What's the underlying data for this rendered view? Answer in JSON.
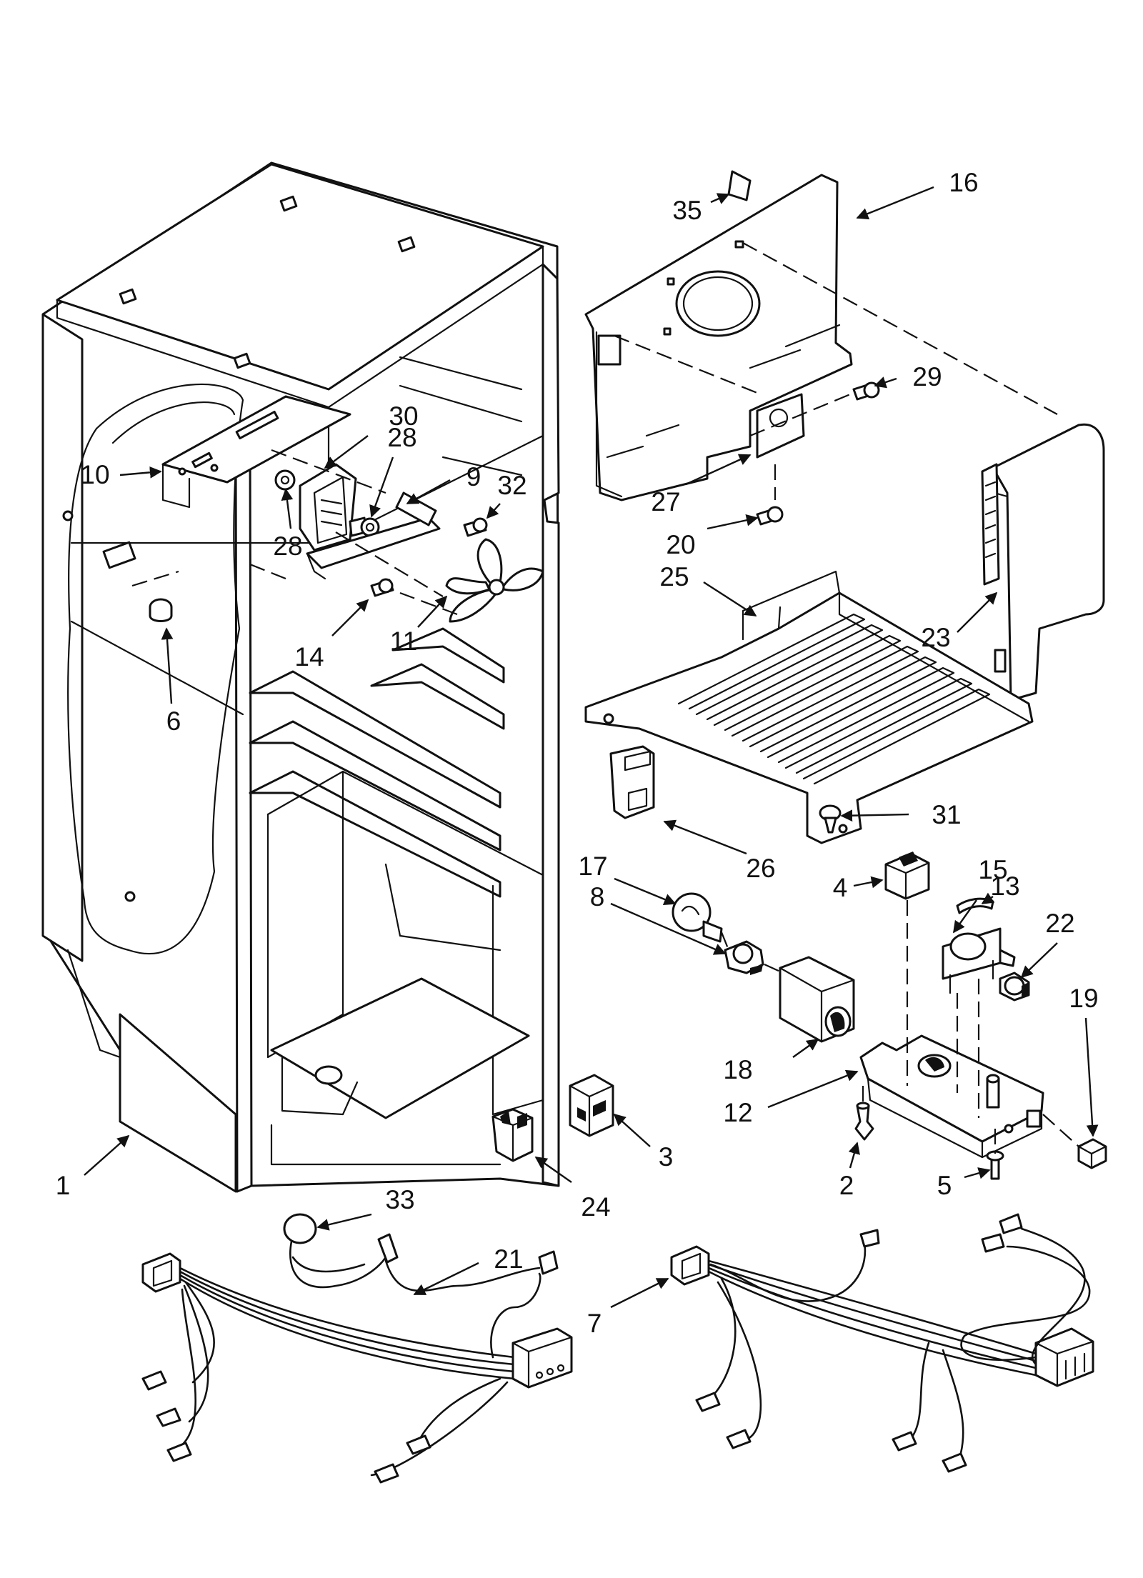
{
  "callouts": [
    "1",
    "2",
    "3",
    "4",
    "5",
    "6",
    "7",
    "8",
    "9",
    "10",
    "11",
    "12",
    "13",
    "14",
    "15",
    "16",
    "17",
    "18",
    "19",
    "20",
    "21",
    "22",
    "23",
    "24",
    "25",
    "26",
    "27",
    "28",
    "28",
    "29",
    "30",
    "31",
    "32",
    "33",
    "35"
  ]
}
